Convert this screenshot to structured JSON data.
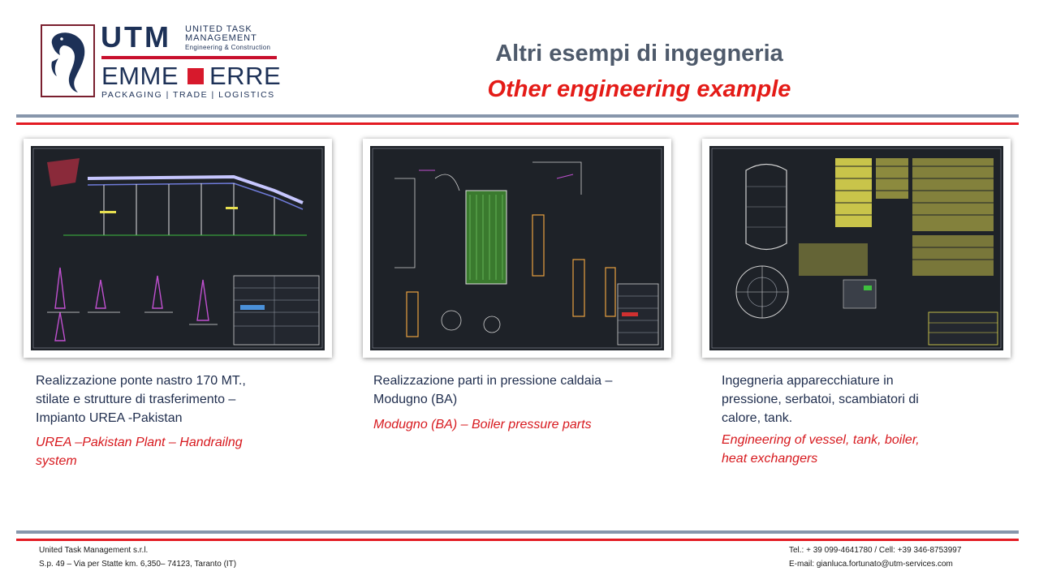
{
  "logo": {
    "brand": "UTM",
    "tagline_line1": "UNITED TASK",
    "tagline_line2": "MANAGEMENT",
    "tagline_line3": "Engineering & Construction",
    "sub_brand_left": "EMME",
    "sub_brand_right": "ERRE",
    "services": "PACKAGING  |  TRADE  |  LOGISTICS",
    "colors": {
      "navy": "#1d3157",
      "red": "#c8102e",
      "frame": "#7a1f2e"
    }
  },
  "header": {
    "title_it": "Altri esempi di ingegneria",
    "title_en": "Other engineering example"
  },
  "cards": [
    {
      "caption_it": "Realizzazione ponte nastro 170 MT., stilate e strutture di trasferimento – Impianto UREA -Pakistan",
      "caption_en": "UREA –Pakistan Plant – Handrailng system"
    },
    {
      "caption_it": "Realizzazione parti in pressione caldaia – Modugno (BA)",
      "caption_en": "Modugno (BA) – Boiler pressure parts"
    },
    {
      "caption_it": "Ingegneria apparecchiature in pressione, serbatoi, scambiatori di calore, tank.",
      "caption_en": "Engineering of vessel, tank, boiler, heat exchangers"
    }
  ],
  "footer": {
    "company": "United Task Management s.r.l.",
    "address": "S.p. 49 – Via per Statte km. 6,350– 74123, Taranto (IT)",
    "phone": "Tel.: + 39 099-4641780 / Cell: +39 346-8753997",
    "email": "E-mail: gianluca.fortunato@utm-services.com"
  },
  "theme": {
    "title_grey": "#4e5a6b",
    "accent_red": "#e41b17",
    "line_grey": "#8796ab",
    "drawing_bg": "#1e2228"
  }
}
